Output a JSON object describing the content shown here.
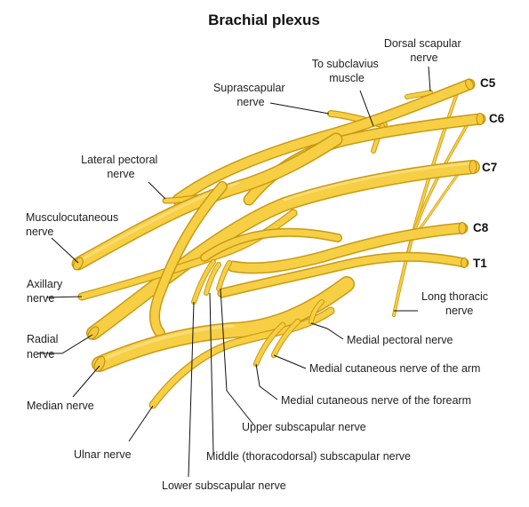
{
  "title": "Brachial plexus",
  "roots": {
    "c5": "C5",
    "c6": "C6",
    "c7": "C7",
    "c8": "C8",
    "t1": "T1"
  },
  "labels": {
    "dorsal_scapular": [
      "Dorsal scapular",
      "nerve"
    ],
    "to_subclavius": [
      "To subclavius",
      "muscle"
    ],
    "suprascapular": [
      "Suprascapular",
      "nerve"
    ],
    "lateral_pectoral": [
      "Lateral pectoral",
      "nerve"
    ],
    "musculocutaneous": [
      "Musculocutaneous",
      "nerve"
    ],
    "axillary": [
      "Axillary",
      "nerve"
    ],
    "radial": [
      "Radial",
      "nerve"
    ],
    "median": "Median nerve",
    "ulnar": "Ulnar nerve",
    "long_thoracic": [
      "Long thoracic",
      "nerve"
    ],
    "medial_pectoral": "Medial pectoral nerve",
    "medial_cutaneous_arm": "Medial cutaneous nerve of the arm",
    "medial_cutaneous_forearm": "Medial cutaneous nerve of the forearm",
    "upper_subscapular": "Upper subscapular nerve",
    "middle_subscapular": "Middle (thoracodorsal) subscapular nerve",
    "lower_subscapular": "Lower subscapular nerve"
  },
  "colors": {
    "nerve": "#f7cf45",
    "nerve_edge": "#c99a12",
    "leader": "#111111"
  }
}
